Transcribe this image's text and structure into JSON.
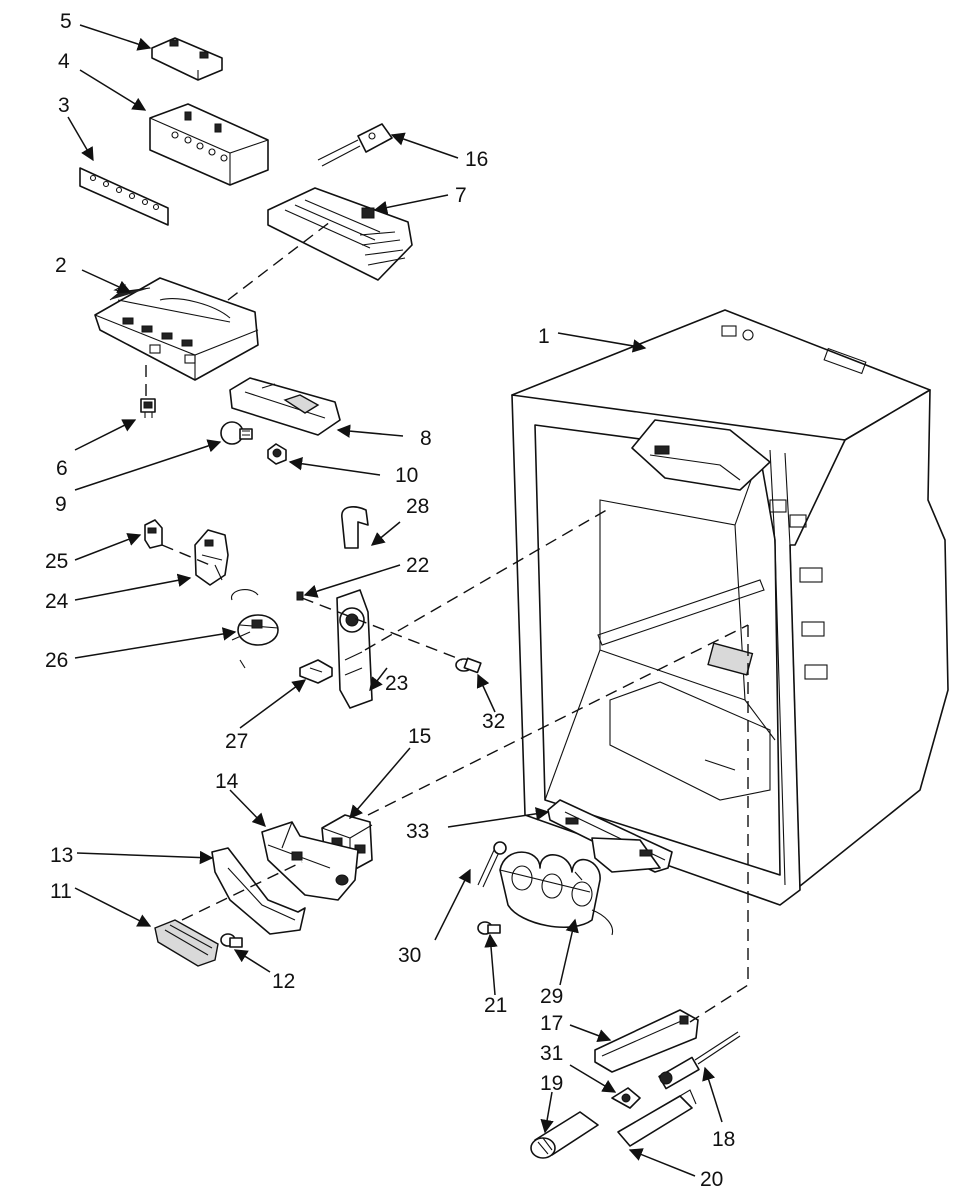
{
  "callouts": [
    {
      "id": "c1",
      "label": "1"
    },
    {
      "id": "c2",
      "label": "2"
    },
    {
      "id": "c3",
      "label": "3"
    },
    {
      "id": "c4",
      "label": "4"
    },
    {
      "id": "c5",
      "label": "5"
    },
    {
      "id": "c6",
      "label": "6"
    },
    {
      "id": "c7",
      "label": "7"
    },
    {
      "id": "c8",
      "label": "8"
    },
    {
      "id": "c9",
      "label": "9"
    },
    {
      "id": "c10",
      "label": "10"
    },
    {
      "id": "c11",
      "label": "11"
    },
    {
      "id": "c12",
      "label": "12"
    },
    {
      "id": "c13",
      "label": "13"
    },
    {
      "id": "c14",
      "label": "14"
    },
    {
      "id": "c15",
      "label": "15"
    },
    {
      "id": "c16",
      "label": "16"
    },
    {
      "id": "c17",
      "label": "17"
    },
    {
      "id": "c18",
      "label": "18"
    },
    {
      "id": "c19",
      "label": "19"
    },
    {
      "id": "c20",
      "label": "20"
    },
    {
      "id": "c21",
      "label": "21"
    },
    {
      "id": "c22",
      "label": "22"
    },
    {
      "id": "c23",
      "label": "23"
    },
    {
      "id": "c24",
      "label": "24"
    },
    {
      "id": "c25",
      "label": "25"
    },
    {
      "id": "c26",
      "label": "26"
    },
    {
      "id": "c27",
      "label": "27"
    },
    {
      "id": "c28",
      "label": "28"
    },
    {
      "id": "c29",
      "label": "29"
    },
    {
      "id": "c30",
      "label": "30"
    },
    {
      "id": "c31",
      "label": "31"
    },
    {
      "id": "c32",
      "label": "32"
    },
    {
      "id": "c33",
      "label": "33"
    }
  ]
}
